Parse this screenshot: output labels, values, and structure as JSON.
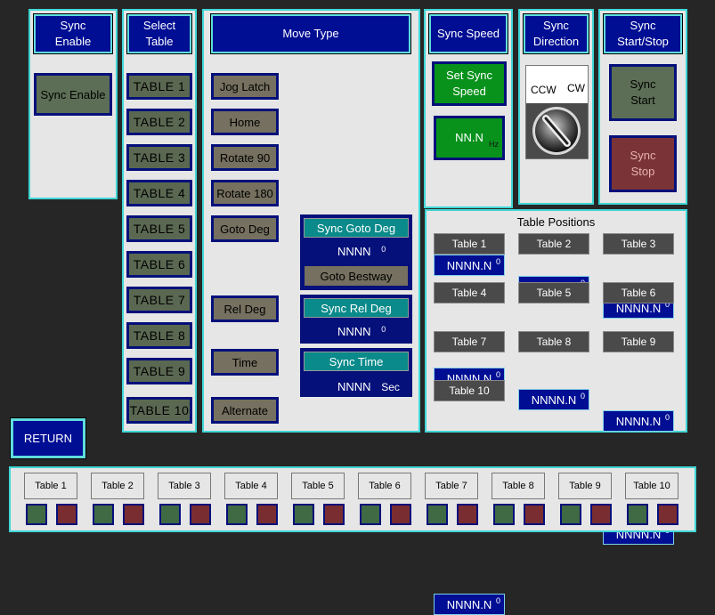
{
  "sync_enable": {
    "header": "Sync\nEnable",
    "button": "Sync Enable"
  },
  "select_table": {
    "header": "Select\nTable",
    "tables": [
      "TABLE 1",
      "TABLE 2",
      "TABLE 3",
      "TABLE 4",
      "TABLE 5",
      "TABLE 6",
      "TABLE 7",
      "TABLE 8",
      "TABLE 9",
      "TABLE 10"
    ]
  },
  "move_type": {
    "header": "Move Type",
    "buttons": [
      "Jog Latch",
      "Home",
      "Rotate 90",
      "Rotate 180",
      "Goto Deg",
      "Rel Deg",
      "Time",
      "Alternate"
    ],
    "sync_goto": {
      "label": "Sync Goto Deg",
      "value": "NNNN",
      "unit": "0",
      "bestway": "Goto Bestway"
    },
    "sync_rel": {
      "label": "Sync Rel Deg",
      "value": "NNNN",
      "unit": "0"
    },
    "sync_time": {
      "label": "Sync Time",
      "value": "NNNN",
      "unit": "Sec"
    }
  },
  "sync_speed": {
    "header": "Sync Speed",
    "set_button": "Set Sync\nSpeed",
    "value": "NN.N",
    "unit": "Hz"
  },
  "sync_direction": {
    "header": "Sync\nDirection",
    "ccw": "CCW",
    "cw": "CW"
  },
  "sync_startstop": {
    "header": "Sync\nStart/Stop",
    "start": "Sync\nStart",
    "stop": "Sync\nStop"
  },
  "table_positions": {
    "title": "Table Positions",
    "items": [
      {
        "label": "Table 1",
        "value": "NNNN.N",
        "unit": "0"
      },
      {
        "label": "Table 2",
        "value": "NNNN.N",
        "unit": "0"
      },
      {
        "label": "Table 3",
        "value": "NNNN.N",
        "unit": "0"
      },
      {
        "label": "Table 4",
        "value": "NNNN.N",
        "unit": "0"
      },
      {
        "label": "Table 5",
        "value": "NNNN.N",
        "unit": "0"
      },
      {
        "label": "Table 6",
        "value": "NNNN.N",
        "unit": "0"
      },
      {
        "label": "Table 7",
        "value": "NNNN.N",
        "unit": "0"
      },
      {
        "label": "Table 8",
        "value": "NNNN.N",
        "unit": "0"
      },
      {
        "label": "Table 9",
        "value": "NNNN.N",
        "unit": "0"
      },
      {
        "label": "Table 10",
        "value": "NNNN.N",
        "unit": "0"
      }
    ]
  },
  "return_button": "RETURN",
  "bottom_tables": [
    "Table 1",
    "Table 2",
    "Table 3",
    "Table 4",
    "Table 5",
    "Table 6",
    "Table 7",
    "Table 8",
    "Table 9",
    "Table 10"
  ],
  "colors": {
    "panel_border": "#3fd6d6",
    "header_bg": "#000e93",
    "green": "#08921c",
    "stop_red": "#7a3438"
  }
}
